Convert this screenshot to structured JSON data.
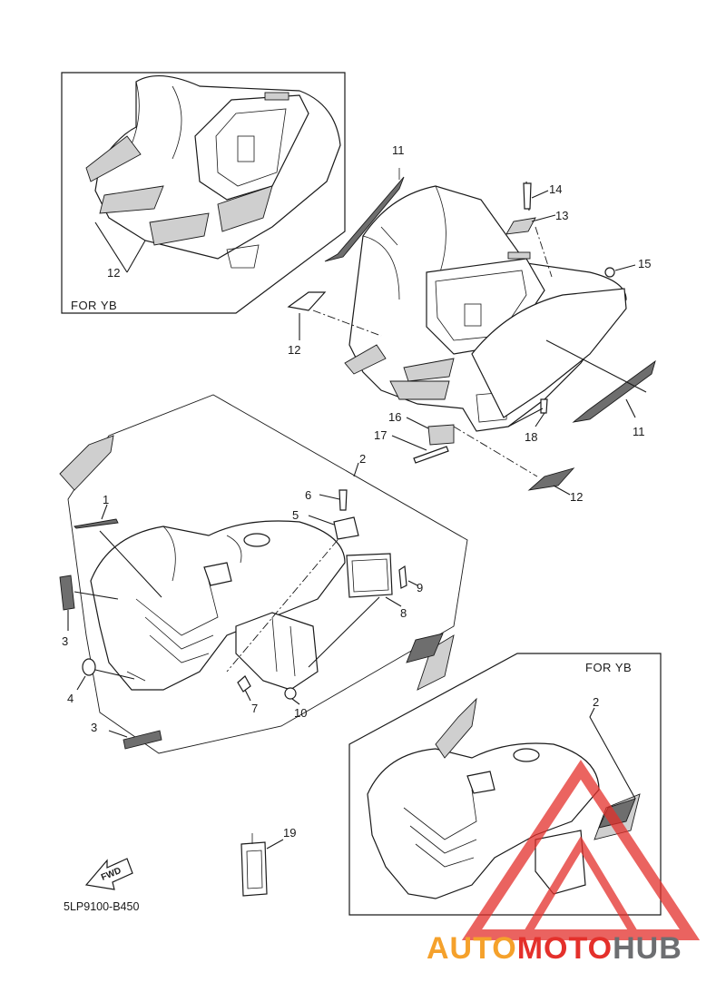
{
  "diagram": {
    "box_labels": {
      "top_left": "FOR YB",
      "bottom_right": "FOR YB"
    },
    "drawing_code": "5LP9100-B450",
    "fwd_label": "FWD",
    "callouts": {
      "c1": "1",
      "c2": "2",
      "c3a": "3",
      "c3b": "3",
      "c4": "4",
      "c5": "5",
      "c6": "6",
      "c7": "7",
      "c8": "8",
      "c9": "9",
      "c10": "10",
      "c11a": "11",
      "c11b": "11",
      "c12a": "12",
      "c12b": "12",
      "c12c": "12",
      "c13": "13",
      "c14": "14",
      "c15": "15",
      "c16": "16",
      "c17": "17",
      "c18": "18",
      "c19": "19",
      "c2box": "2"
    }
  },
  "watermark": {
    "part1": "AUTO",
    "part2": "MOTO",
    "part3": "HUB",
    "colors": {
      "red": "#e4302b",
      "orange": "#f5a12b",
      "gray": "#6d6e71"
    }
  }
}
